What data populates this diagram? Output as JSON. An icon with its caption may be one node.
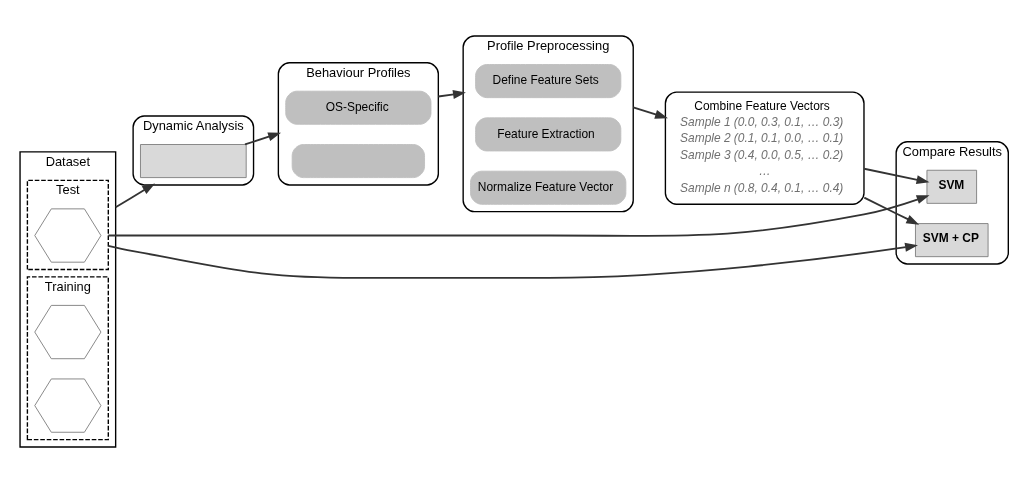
{
  "diagram": {
    "nodes": [
      {
        "text": [
          "Dataset"
        ]
      },
      {
        "text": [
          "Test"
        ],
        "in": 0
      },
      {
        "text": [],
        "shape": "hexagon",
        "in": 1
      },
      {
        "text": [
          "Training"
        ],
        "in": 0
      },
      {
        "text": [],
        "shape": "hexagon",
        "in": 3
      },
      {
        "text": [],
        "shape": "hexagon",
        "in": 3
      },
      {
        "text": [
          "Dynamic Analysis"
        ]
      },
      {
        "text": [],
        "shape": "box",
        "in": 6
      },
      {
        "text": [
          "Behaviour Profiles"
        ]
      },
      {
        "text": [
          "OS-Specific"
        ],
        "in": 8
      },
      {
        "text": [],
        "shape": "box",
        "in": 8
      },
      {
        "text": [
          "Profile Preprocessing"
        ]
      },
      {
        "text": [
          "Define Feature Sets"
        ],
        "in": 11
      },
      {
        "text": [
          "Feature Extraction"
        ],
        "in": 11
      },
      {
        "text": [
          "Normalize Feature Vector"
        ],
        "in": 11
      },
      {
        "text": [
          "Combine Feature Vectors",
          "Sample 1 (0.0, 0.3, 0.1, … 0.3)",
          "Sample 2 (0.1, 0.1, 0.0, … 0.1)",
          "Sample 3 (0.4, 0.0, 0.5, … 0.2)",
          "…",
          "Sample n (0.8, 0.4, 0.1, … 0.4)"
        ]
      },
      {
        "text": [
          "Compare Results"
        ]
      },
      {
        "text": [
          "SVM"
        ],
        "in": 16
      },
      {
        "text": [
          "SVM + CP"
        ],
        "in": 16
      }
    ],
    "edges": [
      {
        "from": 0,
        "to": 6,
        "arrow": "to"
      },
      {
        "from": 7,
        "to": 8,
        "arrow": "to"
      },
      {
        "from": 8,
        "to": 11,
        "arrow": "to"
      },
      {
        "from": 11,
        "to": 15,
        "arrow": "to"
      },
      {
        "from": 15,
        "to": 17,
        "arrow": "to"
      },
      {
        "from": 15,
        "to": 18,
        "arrow": "to"
      },
      {
        "from": 1,
        "to": 17,
        "arrow": "to"
      },
      {
        "from": 1,
        "to": 18,
        "arrow": "to"
      }
    ]
  }
}
